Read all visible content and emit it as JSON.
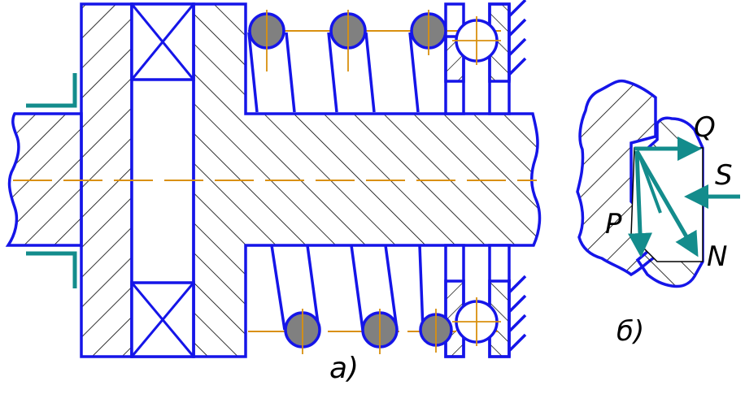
{
  "captions": {
    "view_a": "a)",
    "view_b": "б)"
  },
  "force_labels": {
    "q": "Q",
    "s": "S",
    "p": "P",
    "n": "N"
  },
  "colors": {
    "outline": "#1515e8",
    "hatch": "#000000",
    "axis": "#d9900f",
    "force": "#138c8c",
    "ball": "#808080",
    "background": "#ffffff"
  }
}
